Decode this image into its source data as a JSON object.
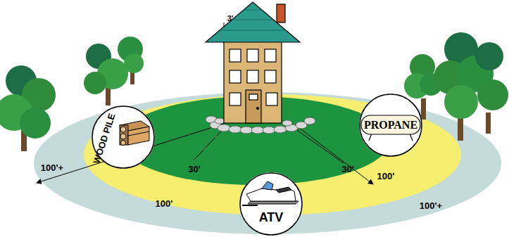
{
  "diagram": {
    "nodes": [
      {
        "text": [
          "WOOD PILE"
        ]
      },
      {
        "text": [
          "PROPANE"
        ]
      },
      {
        "text": [
          "ATV"
        ]
      }
    ],
    "labels": [
      "3'",
      "100'+",
      "30'",
      "30'",
      "100'",
      "100'",
      "100'+"
    ]
  }
}
